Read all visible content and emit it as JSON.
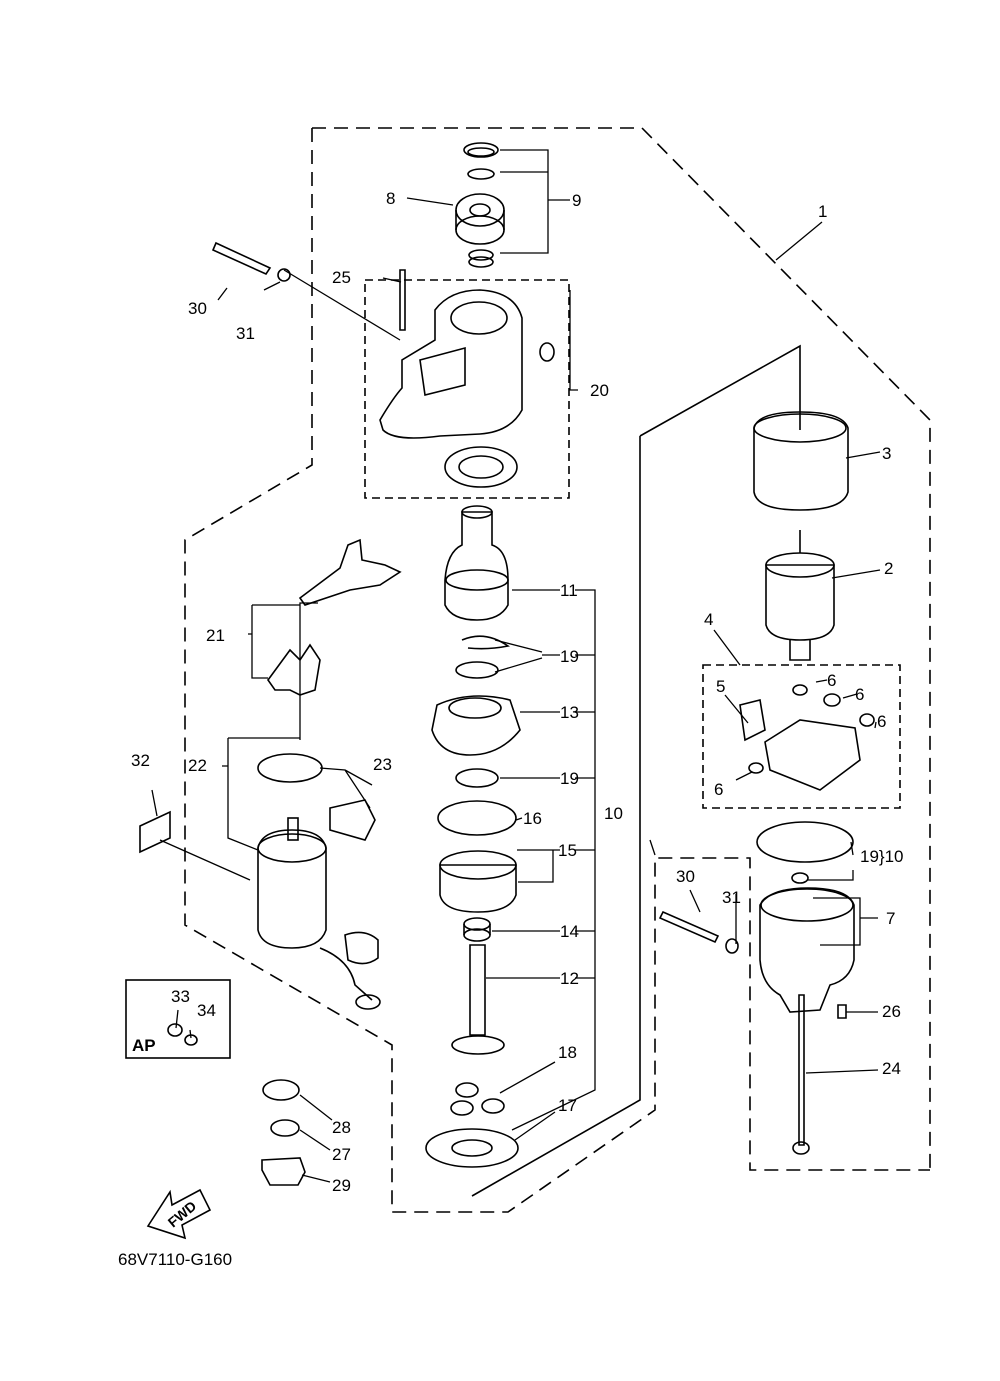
{
  "diagram_code": "68V7110-G160",
  "ap_box_label": "AP",
  "fwd_arrow_label": "FWD",
  "callouts": [
    {
      "id": "c1",
      "text": "1"
    },
    {
      "id": "c2",
      "text": "2"
    },
    {
      "id": "c3",
      "text": "3"
    },
    {
      "id": "c4",
      "text": "4"
    },
    {
      "id": "c5",
      "text": "5"
    },
    {
      "id": "c6a",
      "text": "6"
    },
    {
      "id": "c6b",
      "text": "6"
    },
    {
      "id": "c6c",
      "text": "6"
    },
    {
      "id": "c6d",
      "text": "6"
    },
    {
      "id": "c7",
      "text": "7"
    },
    {
      "id": "c8",
      "text": "8"
    },
    {
      "id": "c9",
      "text": "9"
    },
    {
      "id": "c10a",
      "text": "10"
    },
    {
      "id": "c1910",
      "text": "19}10"
    },
    {
      "id": "c11",
      "text": "11"
    },
    {
      "id": "c12",
      "text": "12"
    },
    {
      "id": "c13",
      "text": "13"
    },
    {
      "id": "c14",
      "text": "14"
    },
    {
      "id": "c15",
      "text": "15"
    },
    {
      "id": "c16",
      "text": "16"
    },
    {
      "id": "c17",
      "text": "17"
    },
    {
      "id": "c18",
      "text": "18"
    },
    {
      "id": "c19a",
      "text": "19"
    },
    {
      "id": "c19b",
      "text": "19"
    },
    {
      "id": "c20",
      "text": "20"
    },
    {
      "id": "c21",
      "text": "21"
    },
    {
      "id": "c22",
      "text": "22"
    },
    {
      "id": "c23",
      "text": "23"
    },
    {
      "id": "c24",
      "text": "24"
    },
    {
      "id": "c25",
      "text": "25"
    },
    {
      "id": "c26",
      "text": "26"
    },
    {
      "id": "c27",
      "text": "27"
    },
    {
      "id": "c28",
      "text": "28"
    },
    {
      "id": "c29",
      "text": "29"
    },
    {
      "id": "c30a",
      "text": "30"
    },
    {
      "id": "c30b",
      "text": "30"
    },
    {
      "id": "c31a",
      "text": "31"
    },
    {
      "id": "c31b",
      "text": "31"
    },
    {
      "id": "c32",
      "text": "32"
    },
    {
      "id": "c33",
      "text": "33"
    },
    {
      "id": "c34",
      "text": "34"
    }
  ]
}
